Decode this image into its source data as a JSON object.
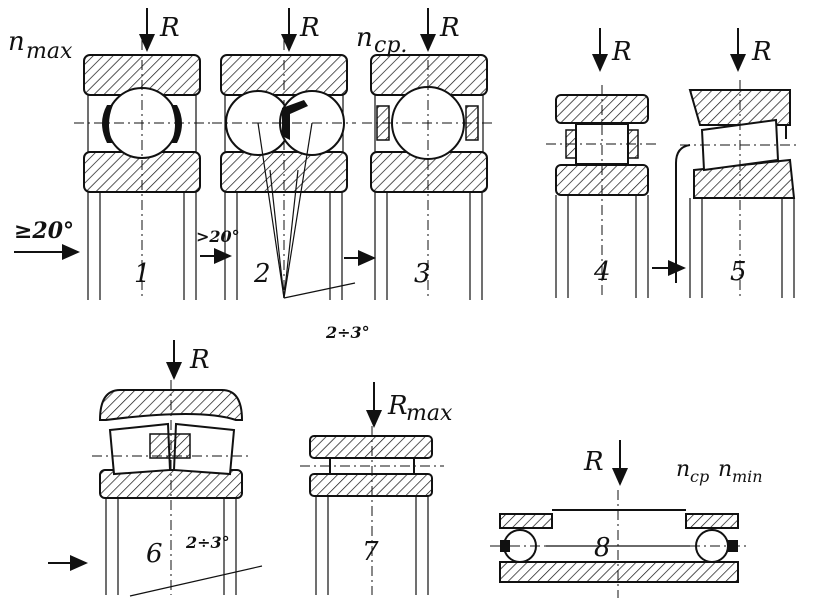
{
  "labels": {
    "b1": {
      "num": "1",
      "load": "R",
      "speed": "n",
      "speed_sub": "max",
      "angle": "≥20°"
    },
    "b2": {
      "num": "2",
      "load": "R",
      "angle": ">20°",
      "misalign": "2÷3°"
    },
    "b3": {
      "num": "3",
      "load": "R",
      "speed": "n",
      "speed_sub": "cp."
    },
    "b4": {
      "num": "4",
      "load": "R"
    },
    "b5": {
      "num": "5",
      "load": "R"
    },
    "b6": {
      "num": "6",
      "load": "R",
      "misalign": "2÷3°"
    },
    "b7": {
      "num": "7",
      "load": "R",
      "load_sub": "max"
    },
    "b8": {
      "num": "8",
      "load": "R",
      "speed": "n",
      "speed_sub": "cp",
      "speed2": "n",
      "speed2_sub": "min"
    }
  }
}
